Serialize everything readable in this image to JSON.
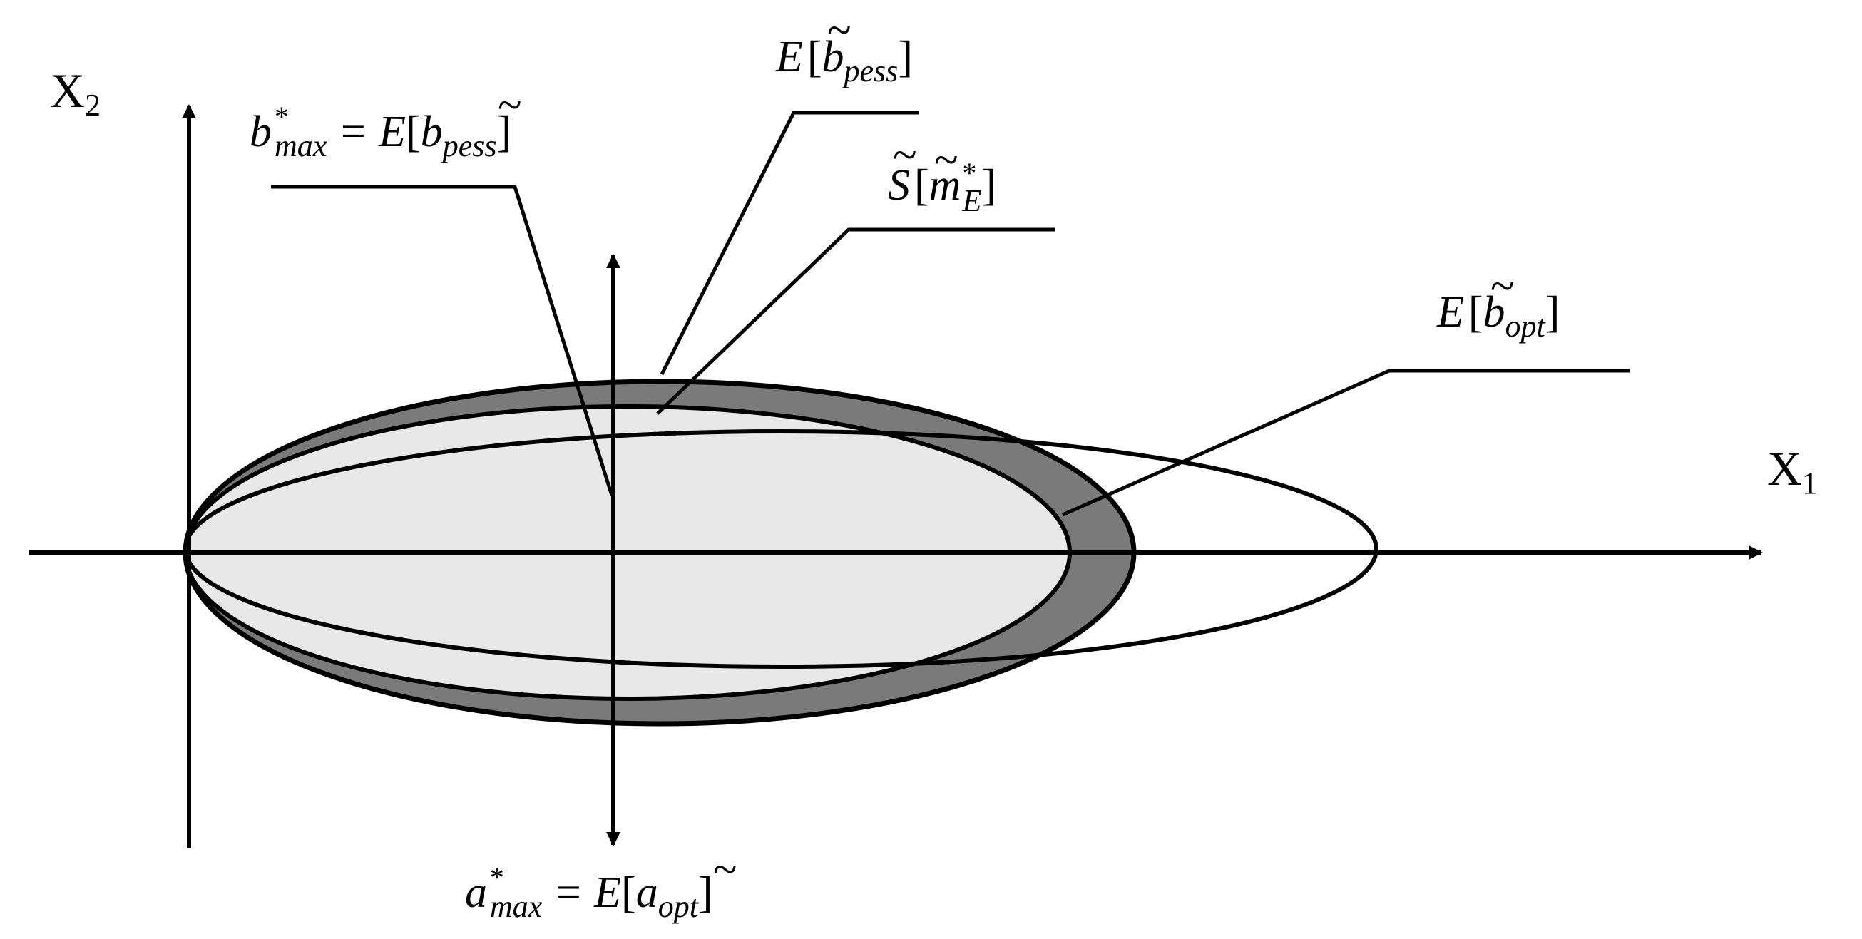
{
  "axes": {
    "x_label": {
      "main": "X",
      "sub": "1"
    },
    "y_label": {
      "main": "X",
      "sub": "2"
    }
  },
  "labels": {
    "b_max": {
      "base": "b",
      "star": "*",
      "subscript": "max",
      "equals": " = E",
      "br_open": "[",
      "tilde_var": "b",
      "var_sub": "pess",
      "br_close": "]"
    },
    "e_b_pess": {
      "E": "E",
      "br_open": "[",
      "tilde_var": "b",
      "var_sub": "pess",
      "br_close": "]"
    },
    "s_m": {
      "S": "S",
      "br_open": "[",
      "m": "m",
      "star": "*",
      "sub": "E",
      "br_close": "]"
    },
    "e_b_opt": {
      "E": "E",
      "br_open": "[",
      "tilde_var": "b",
      "var_sub": "opt",
      "br_close": "]"
    },
    "a_max": {
      "base": "a",
      "star": "*",
      "subscript": "max",
      "equals": " = E",
      "br_open": "[",
      "tilde_var": "a",
      "var_sub": "opt",
      "br_close": "]"
    }
  },
  "colors": {
    "outer_ellipse_fill": "#7a7a7a",
    "inner_ellipse_fill": "#e8e8e8",
    "stroke": "#000000",
    "background": "#ffffff"
  }
}
